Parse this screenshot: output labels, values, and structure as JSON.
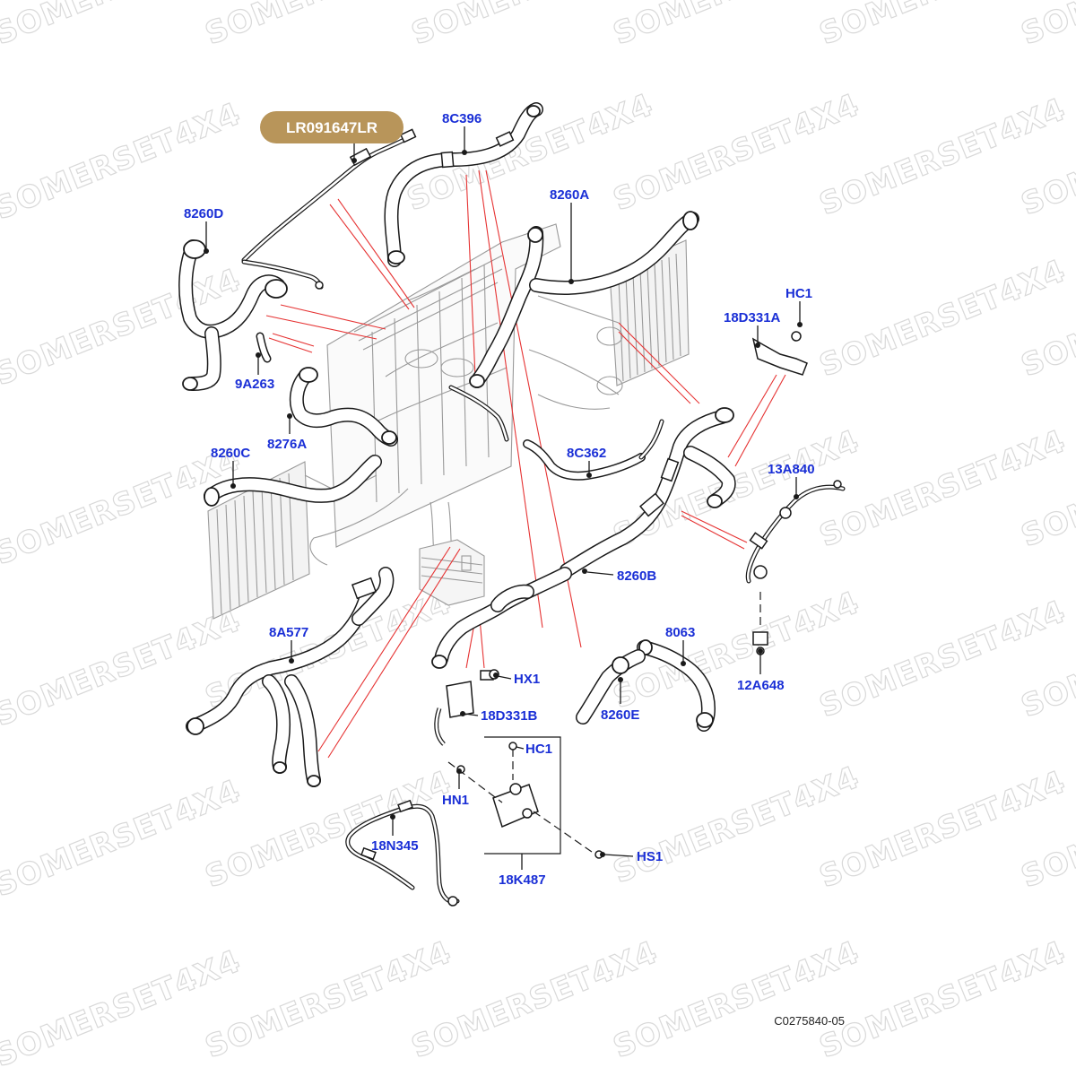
{
  "watermark_text": "SOMERSET4X4",
  "part_number_badge": {
    "text": "LR091647LR",
    "color": "#b8955a"
  },
  "reference_code": "C0275840-05",
  "label_color": "#1a2fd6",
  "callout_color": "#e63333",
  "labels": {
    "l8C396": "8C396",
    "l8260A": "8260A",
    "l8260D": "8260D",
    "lHC1a": "HC1",
    "l18D331A": "18D331A",
    "l9A263": "9A263",
    "l8276A": "8276A",
    "l8260C": "8260C",
    "l8C362": "8C362",
    "l13A840": "13A840",
    "l8260B": "8260B",
    "l8A577": "8A577",
    "l8063": "8063",
    "lHX1": "HX1",
    "l12A648": "12A648",
    "l18D331B": "18D331B",
    "l8260E": "8260E",
    "lHC1b": "HC1",
    "lHN1": "HN1",
    "l18N345": "18N345",
    "lHS1": "HS1",
    "l18K487": "18K487"
  }
}
